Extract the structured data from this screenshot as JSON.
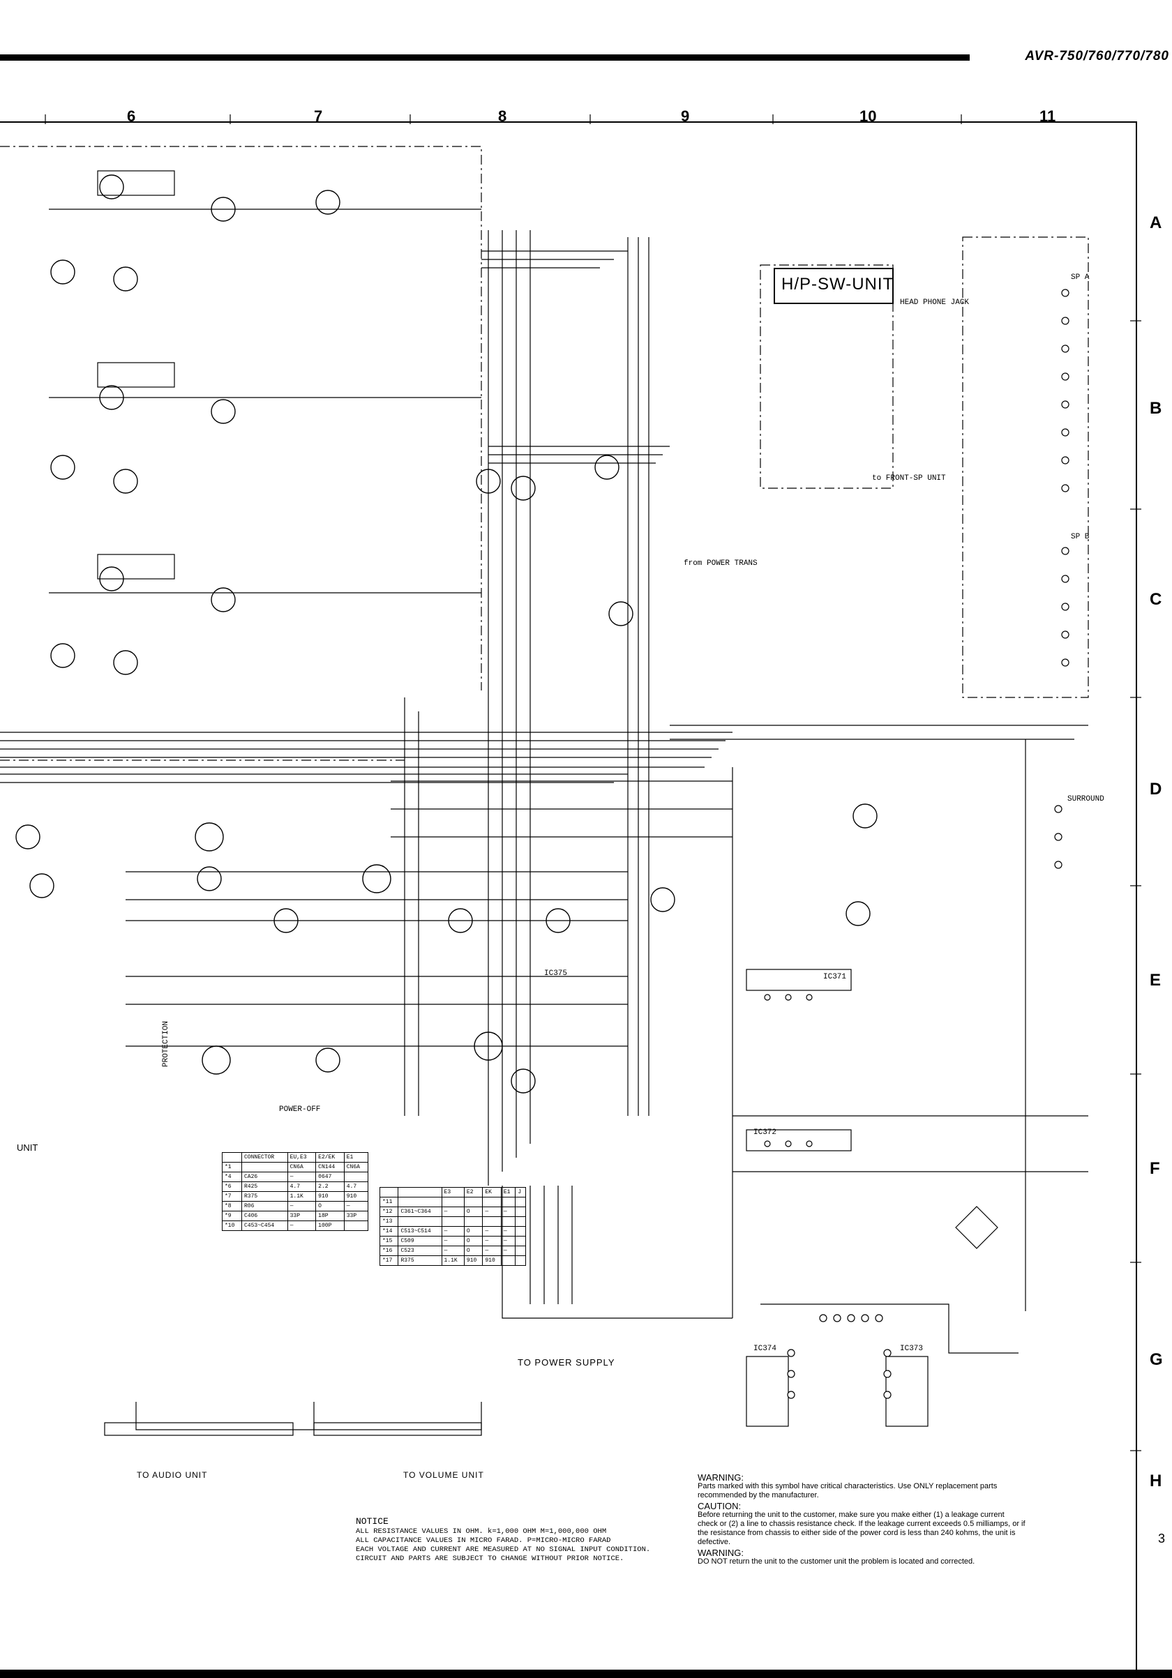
{
  "header": {
    "model": "AVR-750/760/770/780"
  },
  "grid": {
    "columns": [
      "6",
      "7",
      "8",
      "9",
      "10",
      "11"
    ],
    "rows": [
      "A",
      "B",
      "C",
      "D",
      "E",
      "F",
      "G",
      "H"
    ]
  },
  "page_number": "3",
  "units": {
    "hp_sw": "H/P-SW-UNIT",
    "left_unit": "UNIT",
    "power_supply": "TO POWER SUPPLY",
    "audio": "TO AUDIO UNIT",
    "volume": "TO VOLUME UNIT"
  },
  "labels": {
    "ln_a": "A",
    "ln_b": "B",
    "ln_c": "C",
    "ln_d": "D",
    "sp_a": "SP A",
    "sp_b": "SP B",
    "surround": "SURROUND",
    "head_phone": "HEAD PHONE JACK",
    "from_power_trans": "from POWER TRANS",
    "ic_main": "IC371",
    "ic_main2": "IC372",
    "ic_reg1": "IC374",
    "ic_reg2": "IC373",
    "ic_det": "IC375",
    "to_front": "to FRONT-SP UNIT",
    "protection": "PROTECTION",
    "power_off": "POWER-OFF"
  },
  "table1": {
    "header": [
      "",
      "CONNECTOR",
      "EU,E3",
      "E2/EK",
      "E1"
    ],
    "rows": [
      [
        "*1",
        "",
        "CN6A",
        "CN144",
        "CN6A"
      ],
      [
        "*4",
        "CA26",
        "—",
        "0647",
        ""
      ],
      [
        "*6",
        "R425",
        "4.7",
        "2.2",
        "4.7"
      ],
      [
        "*7",
        "R375",
        "1.1K",
        "910",
        "910"
      ],
      [
        "*8",
        "R06",
        "—",
        "O",
        "—"
      ],
      [
        "*9",
        "C406",
        "33P",
        "18P",
        "33P"
      ],
      [
        "*10",
        "C453~C454",
        "—",
        "100P",
        ""
      ]
    ]
  },
  "table2": {
    "header": [
      "",
      "",
      "E3",
      "E2",
      "EK",
      "E1",
      "J"
    ],
    "rows": [
      [
        "*11",
        "",
        "",
        "",
        "",
        "",
        ""
      ],
      [
        "*12",
        "C361~C364",
        "—",
        "O",
        "—",
        "—",
        ""
      ],
      [
        "*13",
        "",
        "",
        "",
        "",
        "",
        ""
      ],
      [
        "*14",
        "C513~C514",
        "—",
        "O",
        "—",
        "—",
        ""
      ],
      [
        "*15",
        "C509",
        "—",
        "O",
        "—",
        "—",
        ""
      ],
      [
        "*16",
        "C523",
        "—",
        "O",
        "—",
        "—",
        ""
      ],
      [
        "*17",
        "R375",
        "1.1K",
        "910",
        "910",
        "",
        ""
      ]
    ]
  },
  "notice": {
    "title": "NOTICE",
    "lines": [
      "ALL RESISTANCE VALUES IN OHM. k=1,000 OHM M=1,000,000 OHM",
      "ALL CAPACITANCE VALUES IN MICRO FARAD. P=MICRO-MICRO FARAD",
      "EACH VOLTAGE AND CURRENT ARE MEASURED AT NO SIGNAL INPUT CONDITION.",
      "CIRCUIT AND PARTS ARE SUBJECT TO CHANGE WITHOUT PRIOR NOTICE."
    ]
  },
  "warnings": {
    "w1_title": "WARNING:",
    "w1_text": "Parts marked with this symbol have critical characteristics. Use ONLY replacement parts recommended by the manufacturer.",
    "caution_title": "CAUTION:",
    "caution_text": "Before returning the unit to the customer, make sure you make either (1) a leakage current check or (2) a line to chassis resistance check. If the leakage current exceeds 0.5 milliamps, or if the resistance from chassis to either side of the power cord is less than 240 kohms, the unit is defective.",
    "w2_title": "WARNING:",
    "w2_text": "DO NOT return the unit to the customer unit the problem is located and corrected."
  }
}
